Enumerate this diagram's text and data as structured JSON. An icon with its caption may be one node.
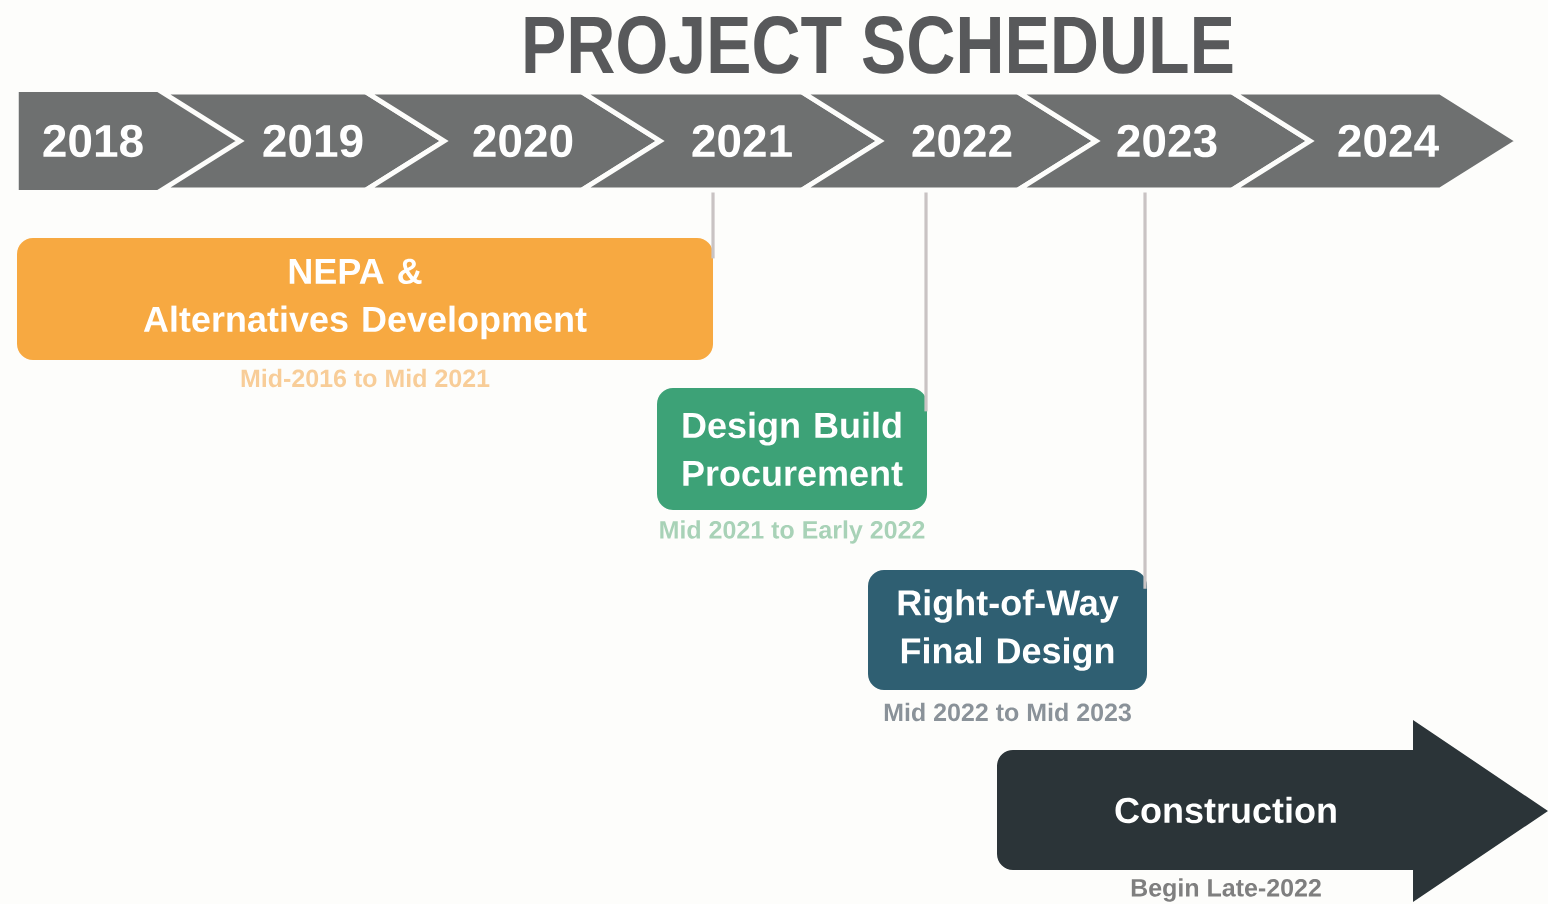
{
  "diagram": {
    "title": "PROJECT SCHEDULE",
    "nodes": [
      {
        "text": [
          "2018"
        ]
      },
      {
        "text": [
          "2019"
        ]
      },
      {
        "text": [
          "2020"
        ]
      },
      {
        "text": [
          "2021"
        ]
      },
      {
        "text": [
          "2022"
        ]
      },
      {
        "text": [
          "2023"
        ]
      },
      {
        "text": [
          "2024"
        ]
      },
      {
        "text": [
          "NEPA & Alternatives Development"
        ],
        "beside": [
          "Mid-2016 to Mid 2021"
        ]
      },
      {
        "text": [
          "Design Build Procurement"
        ],
        "beside": [
          "Mid 2021 to Early 2022"
        ]
      },
      {
        "text": [
          "Right-of-Way Final Design"
        ],
        "beside": [
          "Mid 2022 to Mid 2023"
        ]
      },
      {
        "text": [
          "Construction"
        ],
        "beside": [
          "Begin Late-2022"
        ]
      }
    ],
    "edges": [
      {
        "from": 3,
        "to": 7,
        "arrow": "none"
      },
      {
        "from": 4,
        "to": 8,
        "arrow": "none"
      },
      {
        "from": 5,
        "to": 9,
        "arrow": "none"
      }
    ]
  }
}
